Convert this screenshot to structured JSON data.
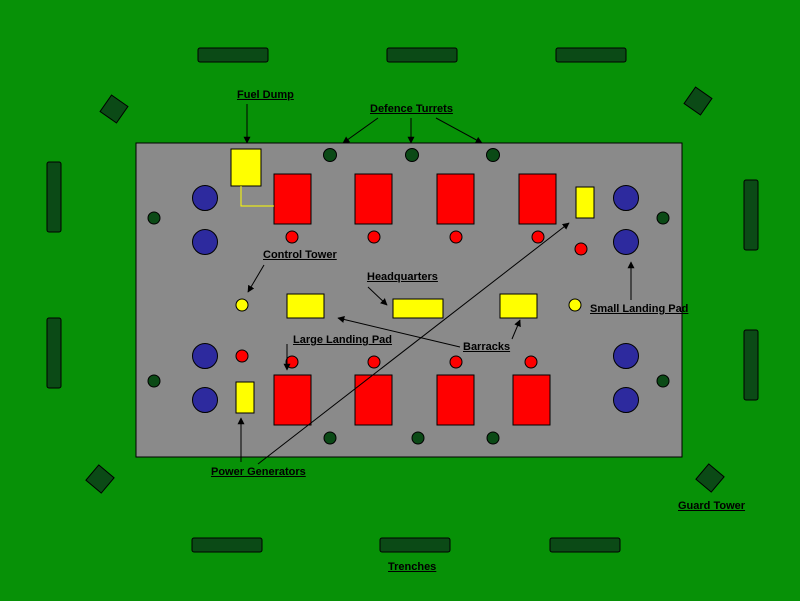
{
  "labels": {
    "fuel_dump": "Fuel Dump",
    "defence_turrets": "Defence Turrets",
    "control_tower": "Control Tower",
    "headquarters": "Headquarters",
    "small_landing_pad": "Small Landing Pad",
    "large_landing_pad": "Large Landing Pad",
    "barracks": "Barracks",
    "power_generators": "Power Generators",
    "guard_tower": "Guard Tower",
    "trenches": "Trenches"
  },
  "colors": {
    "grass": "#079107",
    "base_floor": "#8a8a8a",
    "dark_structure": "#0b4a16",
    "landing_pad_large": "#ff0000",
    "landing_pad_small": "#ffff00",
    "building_yellow": "#ffff00",
    "blue_tank": "#2d2a9e",
    "red_light": "#ff0000",
    "text": "#000000"
  }
}
